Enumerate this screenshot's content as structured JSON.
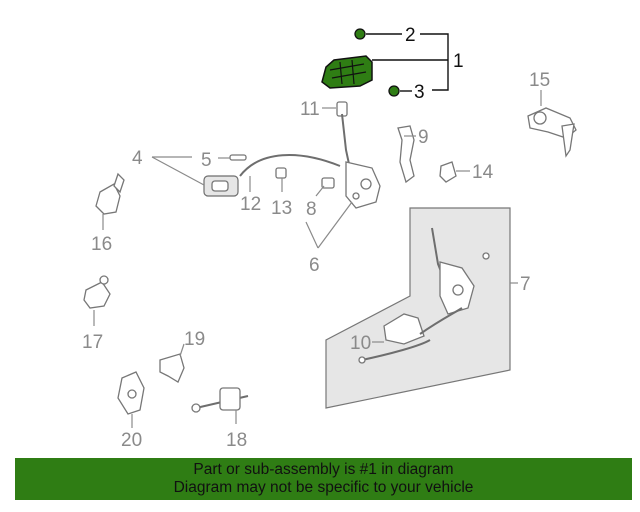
{
  "callouts": {
    "c1": "1",
    "c2": "2",
    "c3": "3",
    "c4": "4",
    "c5": "5",
    "c6": "6",
    "c7": "7",
    "c8": "8",
    "c9": "9",
    "c10": "10",
    "c11": "11",
    "c12": "12",
    "c13": "13",
    "c14": "14",
    "c15": "15",
    "c16": "16",
    "c17": "17",
    "c18": "18",
    "c19": "19",
    "c20": "20"
  },
  "colors": {
    "highlight": "#2f7d14",
    "banner": "#2f7d14",
    "label": "#8a8a8a"
  },
  "banner": {
    "line1": "Part or sub-assembly is #1 in diagram",
    "line2": "Diagram may not be specific to your vehicle"
  }
}
